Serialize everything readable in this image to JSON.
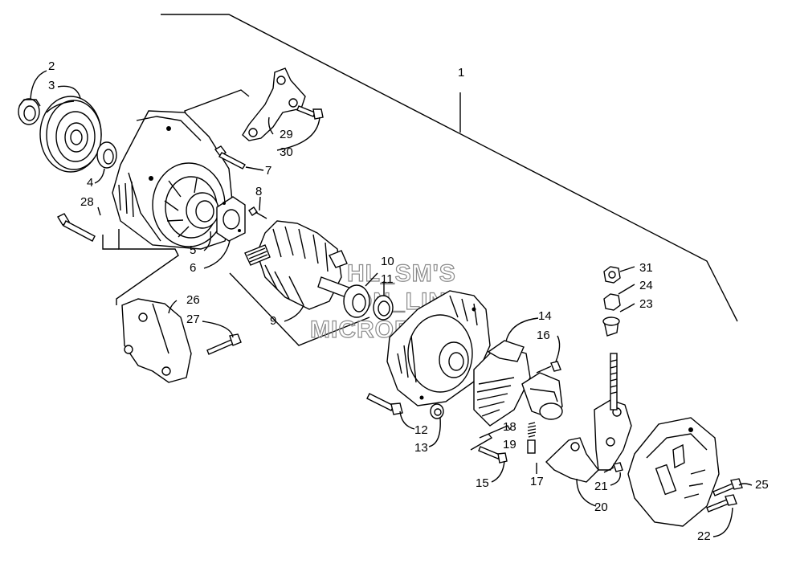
{
  "labels": {
    "n1": "1",
    "n2": "2",
    "n3": "3",
    "n4": "4",
    "n5": "5",
    "n6": "6",
    "n7": "7",
    "n8": "8",
    "n9": "9",
    "n10": "10",
    "n11": "11",
    "n12": "12",
    "n13": "13",
    "n14": "14",
    "n15": "15",
    "n16": "16",
    "n17": "17",
    "n18": "18",
    "n19": "19",
    "n20": "20",
    "n21": "21",
    "n22": "22",
    "n23": "23",
    "n24": "24",
    "n25": "25",
    "n26": "26",
    "n27": "27",
    "n28": "28",
    "n29": "29",
    "n30": "30",
    "n31": "31"
  },
  "watermark": {
    "line1": "HL_SM'S",
    "line2": "ON_LINE",
    "line3": "MICROFICHE"
  }
}
